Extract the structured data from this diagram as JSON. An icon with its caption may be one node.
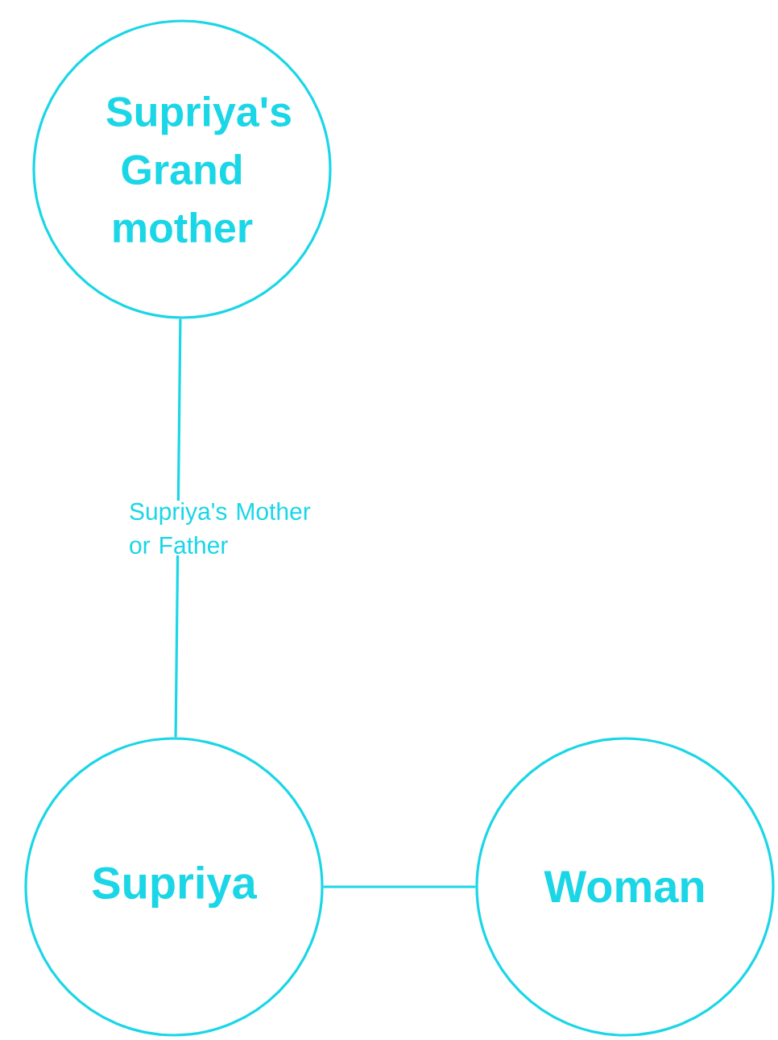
{
  "diagram": {
    "nodes": [
      {
        "text": [
          "Supriya's Grand mother"
        ]
      },
      {
        "text": [
          "Supriya"
        ]
      },
      {
        "text": [
          "Woman"
        ]
      }
    ],
    "edges": [
      {
        "from": 0,
        "to": 1,
        "arrow": "none",
        "label": "Supriya's Mother or Father"
      },
      {
        "from": 1,
        "to": 2,
        "arrow": "none"
      }
    ]
  }
}
